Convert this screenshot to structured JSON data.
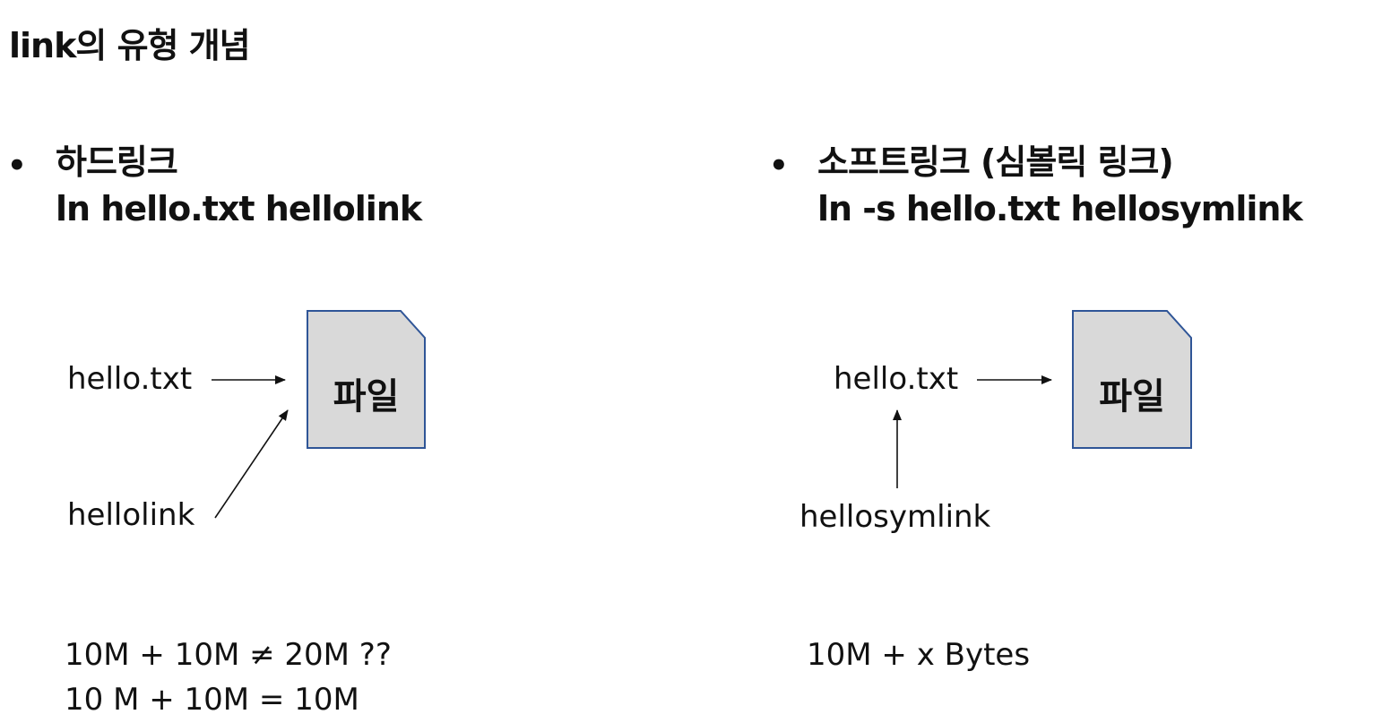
{
  "title": "link의 유형 개념",
  "hardlink": {
    "bullet": "•",
    "heading": "하드링크",
    "command": "ln hello.txt hellolink",
    "file_label": "파일",
    "name1": "hello.txt",
    "name2": "hellolink",
    "note_line1": "10M + 10M ≠ 20M ??",
    "note_line2": "10 M + 10M = 10M"
  },
  "softlink": {
    "bullet": "•",
    "heading": "소프트링크 (심볼릭 링크)",
    "command": "ln -s hello.txt hellosymlink",
    "file_label": "파일",
    "name1": "hello.txt",
    "name2": "hellosymlink",
    "note_line1": "10M + x Bytes"
  },
  "colors": {
    "file_fill": "#d9d9d9",
    "file_stroke": "#2f5597"
  }
}
